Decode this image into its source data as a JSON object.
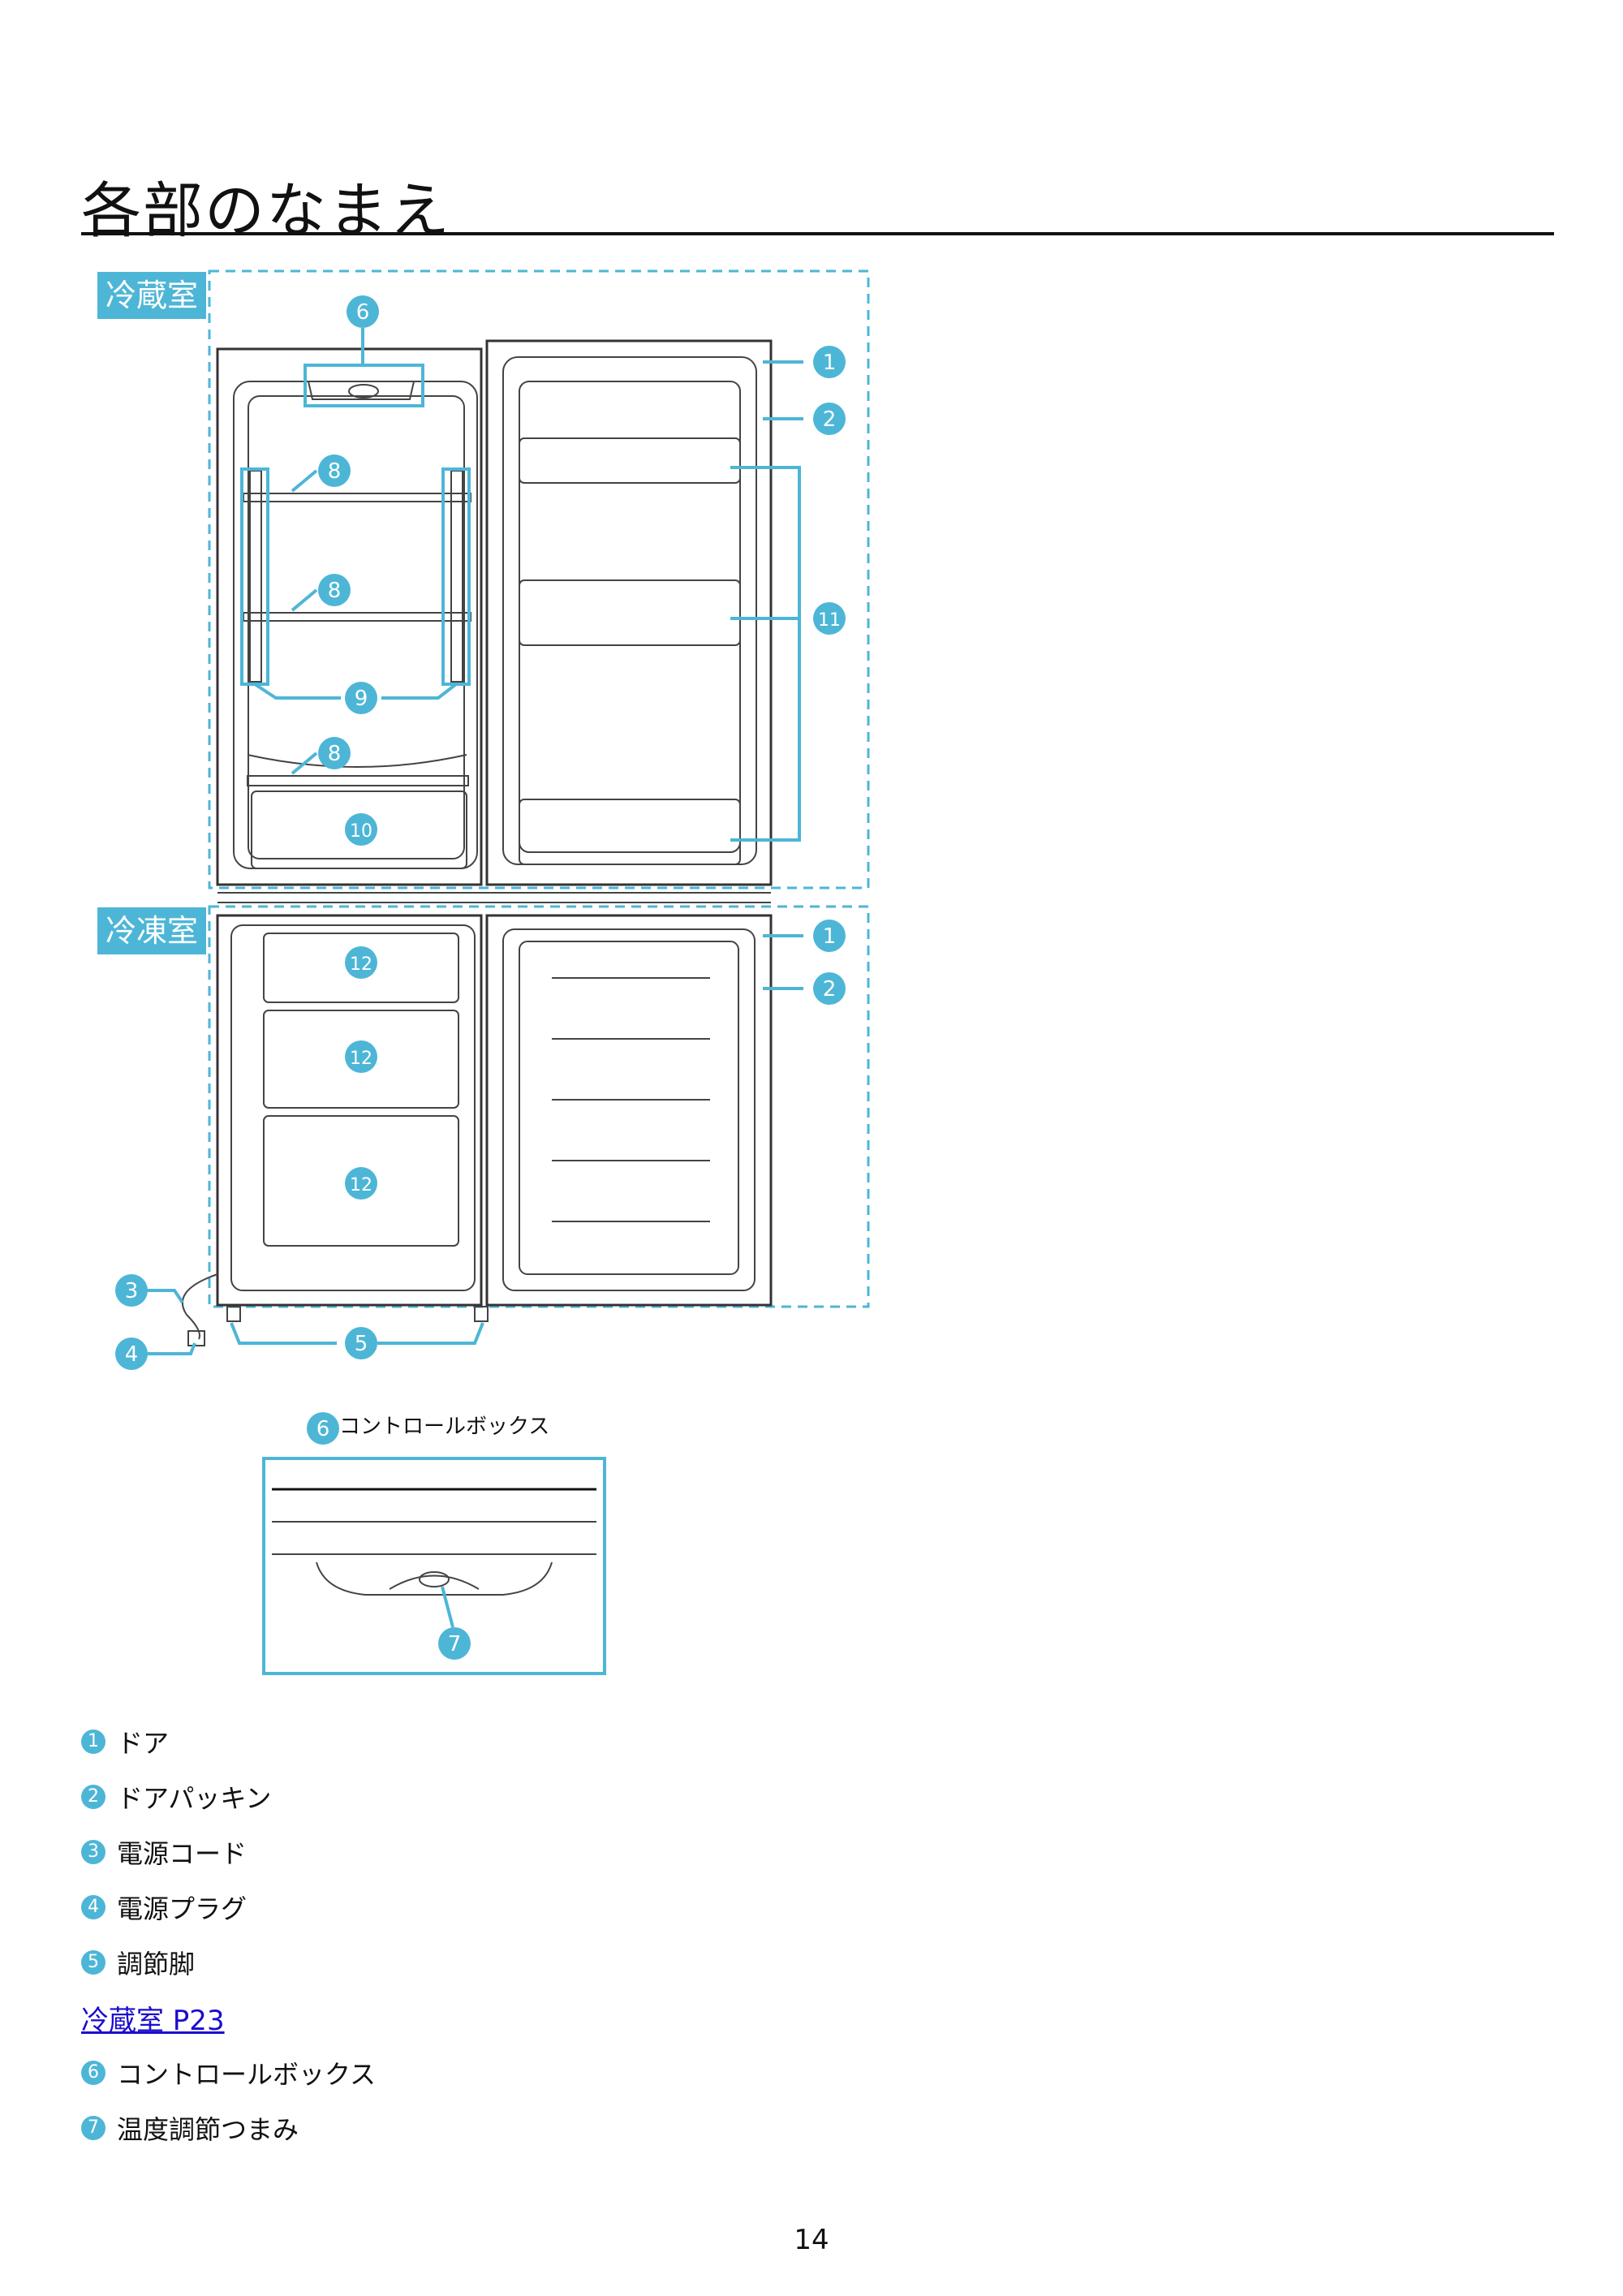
{
  "page": {
    "title": "各部のなまえ",
    "page_number": "14"
  },
  "sections": {
    "fridge_label": "冷蔵室",
    "freezer_label": "冷凍室"
  },
  "callouts": {
    "n1": "1",
    "n2": "2",
    "n3": "3",
    "n4": "4",
    "n5": "5",
    "n6": "6",
    "n7": "7",
    "n8": "8",
    "n9": "9",
    "n10": "10",
    "n11": "11",
    "n12": "12"
  },
  "detail": {
    "number": "6",
    "caption": "コントロールボックス"
  },
  "legend": [
    {
      "num": "1",
      "label": "ドア"
    },
    {
      "num": "2",
      "label": "ドアパッキン"
    },
    {
      "num": "3",
      "label": "電源コード"
    },
    {
      "num": "4",
      "label": "電源プラグ"
    },
    {
      "num": "5",
      "label": "調節脚"
    },
    {
      "link": "冷蔵室 P23"
    },
    {
      "num": "6",
      "label": "コントロールボックス"
    },
    {
      "num": "7",
      "label": "温度調節つまみ"
    }
  ],
  "colors": {
    "accent": "#4db6d6",
    "link": "#1a0dcf",
    "line": "#333333"
  }
}
